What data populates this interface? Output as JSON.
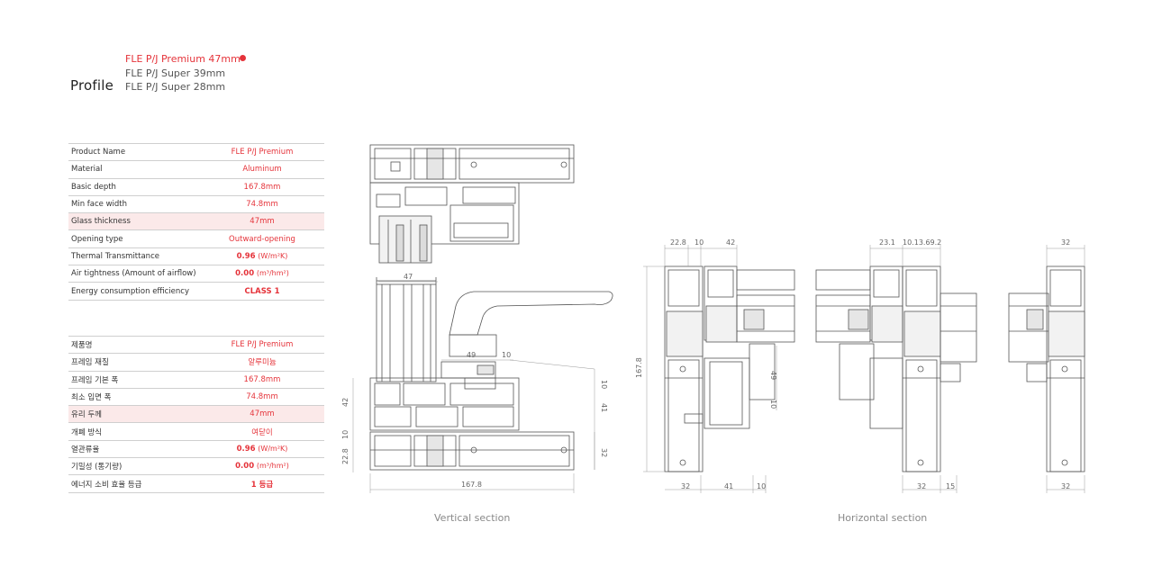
{
  "profile": {
    "title": "Profile",
    "models": [
      "FLE P/J Premium 47mm",
      "FLE P/J Super 39mm",
      "FLE P/J Super 28mm"
    ],
    "active_index": 0
  },
  "spec_en": {
    "rows": [
      {
        "label": "Product Name",
        "value": "FLE P/J Premium"
      },
      {
        "label": "Material",
        "value": "Aluminum"
      },
      {
        "label": "Basic depth",
        "value": "167.8mm"
      },
      {
        "label": "Min face width",
        "value": "74.8mm"
      },
      {
        "label": "Glass thickness",
        "value": "47mm",
        "highlight": true
      },
      {
        "label": "Opening type",
        "value": "Outward-opening"
      },
      {
        "label": "Thermal Transmittance",
        "value": "0.96",
        "unit": "(W/m²K)",
        "bold": true
      },
      {
        "label": "Air tightness (Amount of airflow)",
        "value": "0.00",
        "unit": "(m³/hm²)",
        "bold": true
      },
      {
        "label": "Energy consumption efficiency",
        "value": "CLASS 1",
        "bold": true
      }
    ]
  },
  "spec_ko": {
    "rows": [
      {
        "label": "제품명",
        "value": "FLE P/J Premium"
      },
      {
        "label": "프레임 재질",
        "value": "알루미늄"
      },
      {
        "label": "프레임 기본 폭",
        "value": "167.8mm"
      },
      {
        "label": "최소 입면 폭",
        "value": "74.8mm"
      },
      {
        "label": "유리 두께",
        "value": "47mm",
        "highlight": true
      },
      {
        "label": "개폐 방식",
        "value": "여닫이"
      },
      {
        "label": "열관류율",
        "value": "0.96",
        "unit": "(W/m²K)",
        "bold": true
      },
      {
        "label": "기밀성 (통기량)",
        "value": "0.00",
        "unit": "(m³/hm²)",
        "bold": true
      },
      {
        "label": "에너지 소비 효율 등급",
        "value": "1 등급",
        "bold": true
      }
    ]
  },
  "vertical_dims": [
    "47",
    "49",
    "10",
    "10",
    "41",
    "32",
    "42",
    "10",
    "22.8",
    "167.8"
  ],
  "horizontal_dims": [
    "22.8",
    "10",
    "42",
    "167.8",
    "49",
    "10",
    "32",
    "41",
    "10",
    "23.1",
    "10.13.69.2",
    "32",
    "15",
    "32",
    "32"
  ],
  "captions": {
    "vertical": "Vertical section",
    "horizontal": "Horizontal section"
  },
  "colors": {
    "accent": "#e5333a",
    "line": "#555555",
    "highlight_row": "#fbe9e9"
  }
}
